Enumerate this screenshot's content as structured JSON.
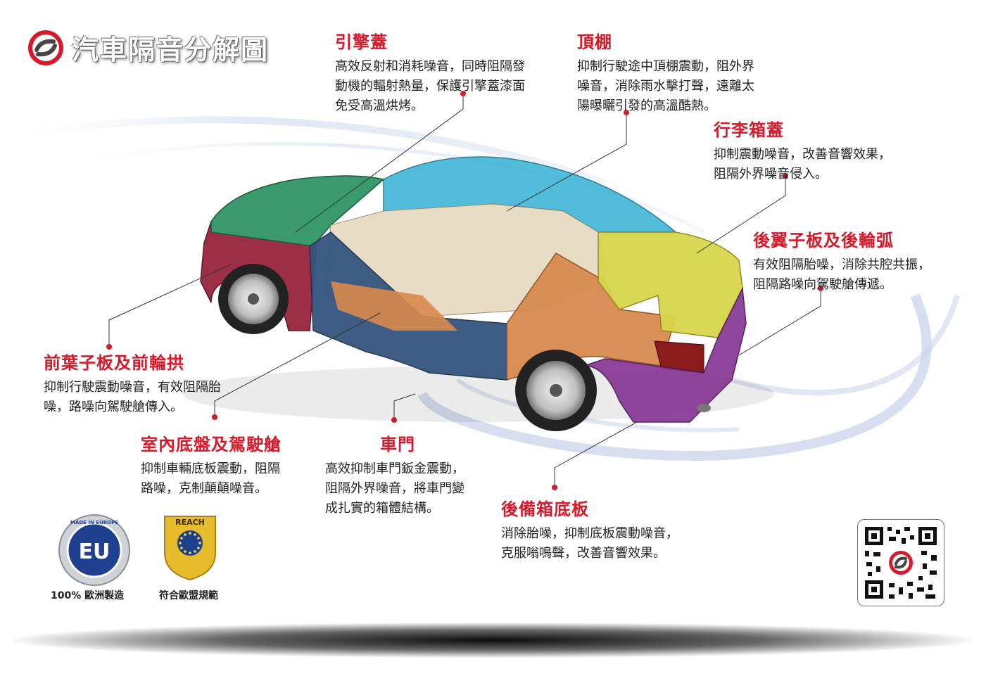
{
  "title": "汽車隔音分解圖",
  "colors": {
    "accent_red": "#d7192a",
    "hood_green": "#3a9a6e",
    "roof_cyan": "#3fb6d6",
    "trunk_yellow": "#d8d54a",
    "front_fender_maroon": "#9c2f45",
    "floor_navy": "#35557e",
    "door_orange": "#d98a4e",
    "rear_floor_purple": "#8a3c96"
  },
  "callouts": {
    "hood": {
      "title": "引擎蓋",
      "lines": [
        "高效反射和消耗噪音，同時阻隔發",
        "動機的輻射熱量，保護引擎蓋漆面",
        "免受高溫烘烤。"
      ]
    },
    "roof": {
      "title": "頂棚",
      "lines": [
        "抑制行駛途中頂棚震動，阻外界",
        "噪音，消除雨水擊打聲，遠離太",
        "陽曝曬引發的高溫酷熱。"
      ]
    },
    "trunk_lid": {
      "title": "行李箱蓋",
      "lines": [
        "抑制震動噪音，改善音響效果，",
        "阻隔外界噪音侵入。"
      ]
    },
    "rear_fender": {
      "title": "後翼子板及後輪弧",
      "lines": [
        "有效阻隔胎噪，消除共腔共振，",
        "阻隔路噪向駕駛艙傳遞。"
      ]
    },
    "front_fender": {
      "title": "前葉子板及前輪拱",
      "lines": [
        "抑制行駛震動噪音，有效阻隔胎",
        "噪，路噪向駕駛艙傳入。"
      ]
    },
    "floor": {
      "title": "室內底盤及駕駛艙",
      "lines": [
        "抑制車輛底板震動，阻隔",
        "路噪，克制顛顛噪音。"
      ]
    },
    "door": {
      "title": "車門",
      "lines": [
        "高效抑制車門鈑金震動，",
        "阻隔外界噪音，將車門變",
        "成扎實的箱體結構。"
      ]
    },
    "trunk_floor": {
      "title": "後備箱底板",
      "lines": [
        "消除胎噪，抑制底板震動噪音，",
        "克服嗡鳴聲，改善音響效果。"
      ]
    }
  },
  "badges": {
    "eu": {
      "top_text": "MADE IN EUROPE",
      "center_text": "EU",
      "caption": "100% 歐洲製造"
    },
    "reach": {
      "top_text": "REACH",
      "caption": "符合歐盟規範"
    }
  },
  "icons": {
    "logo": "brand-logo-icon",
    "qr": "qr-code-icon"
  }
}
